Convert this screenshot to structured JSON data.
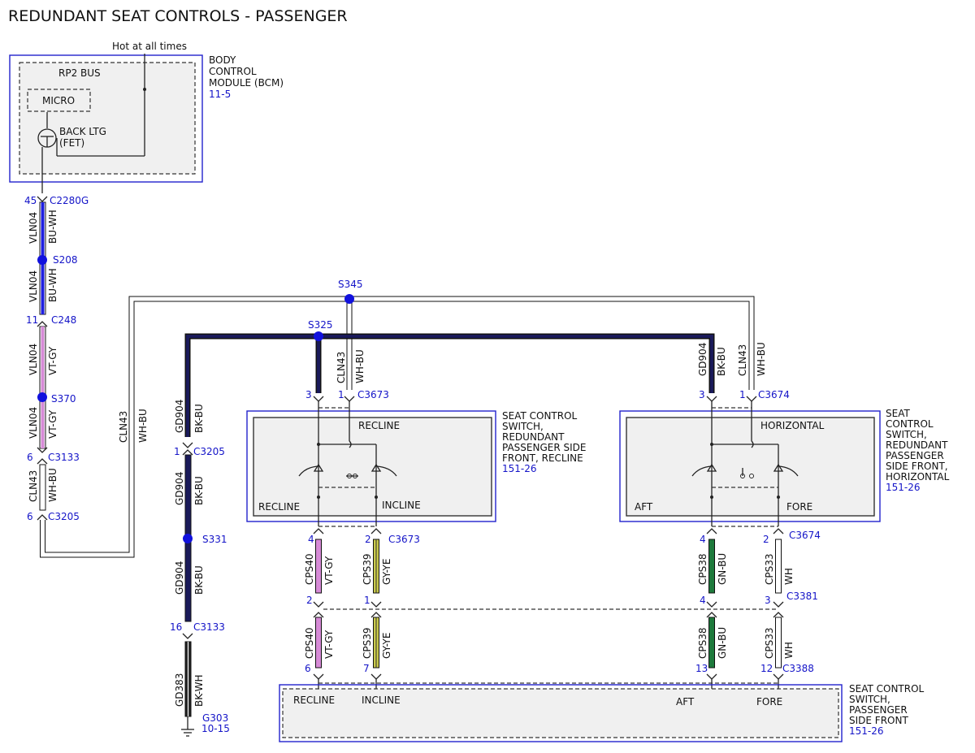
{
  "title": "REDUNDANT SEAT CONTROLS - PASSENGER",
  "bcm": {
    "hot_label": "Hot at all times",
    "bus_label": "RP2 BUS",
    "micro_label": "MICRO",
    "fet_label_1": "BACK LTG",
    "fet_label_2": "(FET)",
    "name_lines": [
      "BODY",
      "CONTROL",
      "MODULE (BCM)"
    ],
    "page_ref": "11-5"
  },
  "left_column": {
    "c2280g_pin": "45",
    "c2280g": "C2280G",
    "vln04_a": "VLN04",
    "buwh_a": "BU-WH",
    "s208": "S208",
    "vln04_b": "VLN04",
    "buwh_b": "BU-WH",
    "c248_pin": "11",
    "c248": "C248",
    "vln04_c": "VLN04",
    "vtgy_c": "VT-GY",
    "s370": "S370",
    "vln04_d": "VLN04",
    "vtgy_d": "VT-GY",
    "c3133_pin": "6",
    "c3133": "C3133",
    "cln43": "CLN43",
    "whbu": "WH-BU",
    "c3205_pin": "6",
    "c3205": "C3205"
  },
  "cln43_loop": {
    "circuit": "CLN43",
    "color": "WH-BU"
  },
  "s345": "S345",
  "s325": "S325",
  "ground_column": {
    "gd904_a": "GD904",
    "bkbu_a": "BK-BU",
    "c3205_pin": "1",
    "c3205": "C3205",
    "gd904_b": "GD904",
    "bkbu_b": "BK-BU",
    "s331": "S331",
    "gd904_c": "GD904",
    "bkbu_c": "BK-BU",
    "c3133_pin": "16",
    "c3133": "C3133",
    "gd383": "GD383",
    "bkwh": "BK-WH",
    "g303": "G303",
    "g303_ref": "10-15"
  },
  "recline_switch": {
    "top_pin_gnd": "3",
    "top_pin_cln": "1",
    "top_conn": "C3673",
    "gd904": "CLN43",
    "whbu": "WH-BU",
    "inner_title": "RECLINE",
    "left_label": "RECLINE",
    "right_label": "INCLINE",
    "name_lines": [
      "SEAT CONTROL",
      "SWITCH,",
      "REDUNDANT",
      "PASSENGER SIDE",
      "FRONT, RECLINE"
    ],
    "page_ref": "151-26",
    "bot_pin_a": "4",
    "bot_pin_b": "2",
    "bot_conn": "C3673",
    "cps40": "CPS40",
    "vtgy": "VT-GY",
    "cps39": "CPS39",
    "gyye": "GY-YE",
    "mid_pin_a": "2",
    "mid_pin_b": "1",
    "cps40_b": "CPS40",
    "vtgy_b": "VT-GY",
    "cps39_b": "CPS39",
    "gyye_b": "GY-YE",
    "low_pin_a": "6",
    "low_pin_b": "7"
  },
  "horizontal_switch": {
    "gd904": "GD904",
    "bkbu": "BK-BU",
    "cln43": "CLN43",
    "whbu": "WH-BU",
    "top_pin_gnd": "3",
    "top_pin_cln": "1",
    "top_conn": "C3674",
    "inner_title": "HORIZONTAL",
    "left_label": "AFT",
    "right_label": "FORE",
    "name_lines": [
      "SEAT",
      "CONTROL",
      "SWITCH,",
      "REDUNDANT",
      "PASSENGER",
      "SIDE FRONT,",
      "HORIZONTAL"
    ],
    "page_ref": "151-26",
    "bot_pin_a": "4",
    "bot_pin_b": "2",
    "bot_conn": "C3674",
    "cps38": "CPS38",
    "gnbu": "GN-BU",
    "cps33": "CPS33",
    "wh": "WH",
    "mid_pin_a": "4",
    "mid_pin_b": "3",
    "mid_conn": "C3381",
    "cps38_b": "CPS38",
    "gnbu_b": "GN-BU",
    "cps33_b": "CPS33",
    "wh_b": "WH",
    "low_pin_a": "13",
    "low_pin_b": "12",
    "low_conn": "C3388"
  },
  "bottom_switch": {
    "recline": "RECLINE",
    "incline": "INCLINE",
    "aft": "AFT",
    "fore": "FORE",
    "name_lines": [
      "SEAT CONTROL",
      "SWITCH,",
      "PASSENGER",
      "SIDE FRONT"
    ],
    "page_ref": "151-26"
  },
  "colors": {
    "blue_wire": "#1f1fe0",
    "violet_wire": "#d68ad6",
    "black_wire": "#111111",
    "green_wire": "#1e7a3c",
    "yellow_wire": "#c9c94a",
    "white_wire": "#ffffff",
    "splice_blue": "#1111dd",
    "label_blue": "#1414c8"
  }
}
